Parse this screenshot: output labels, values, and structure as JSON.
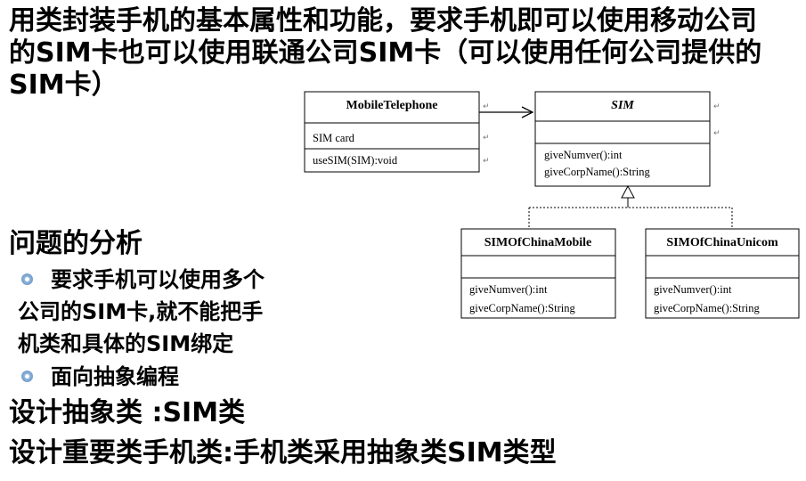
{
  "title": "用类封装手机的基本属性和功能，要求手机即可以使用移动公司的SIM卡也可以使用联通公司SIM卡（可以使用任何公司提供的SIM卡）",
  "analysis": {
    "heading": "问题的分析",
    "bullet1_line1": "要求手机可以使用多个",
    "bullet1_line2": "公司的SIM卡,就不能把手",
    "bullet1_line3": "机类和具体的SIM绑定",
    "bullet2": "面向抽象编程"
  },
  "design_abstract": "设计抽象类 :SIM类",
  "design_important": "设计重要类手机类:手机类采用抽象类SIM类型",
  "uml": {
    "mobile": {
      "name": "MobileTelephone",
      "field": "SIM card",
      "method": "useSIM(SIM):void"
    },
    "sim": {
      "name": "SIM",
      "method1": "giveNumver():int",
      "method2": "giveCorpName():String"
    },
    "china_mobile": {
      "name": "SIMOfChinaMobile",
      "method1": "giveNumver():int",
      "method2": "giveCorpName():String"
    },
    "china_unicom": {
      "name": "SIMOfChinaUnicom",
      "method1": "giveNumver():int",
      "method2": "giveCorpName():String"
    },
    "paragraph_mark": "↵"
  }
}
